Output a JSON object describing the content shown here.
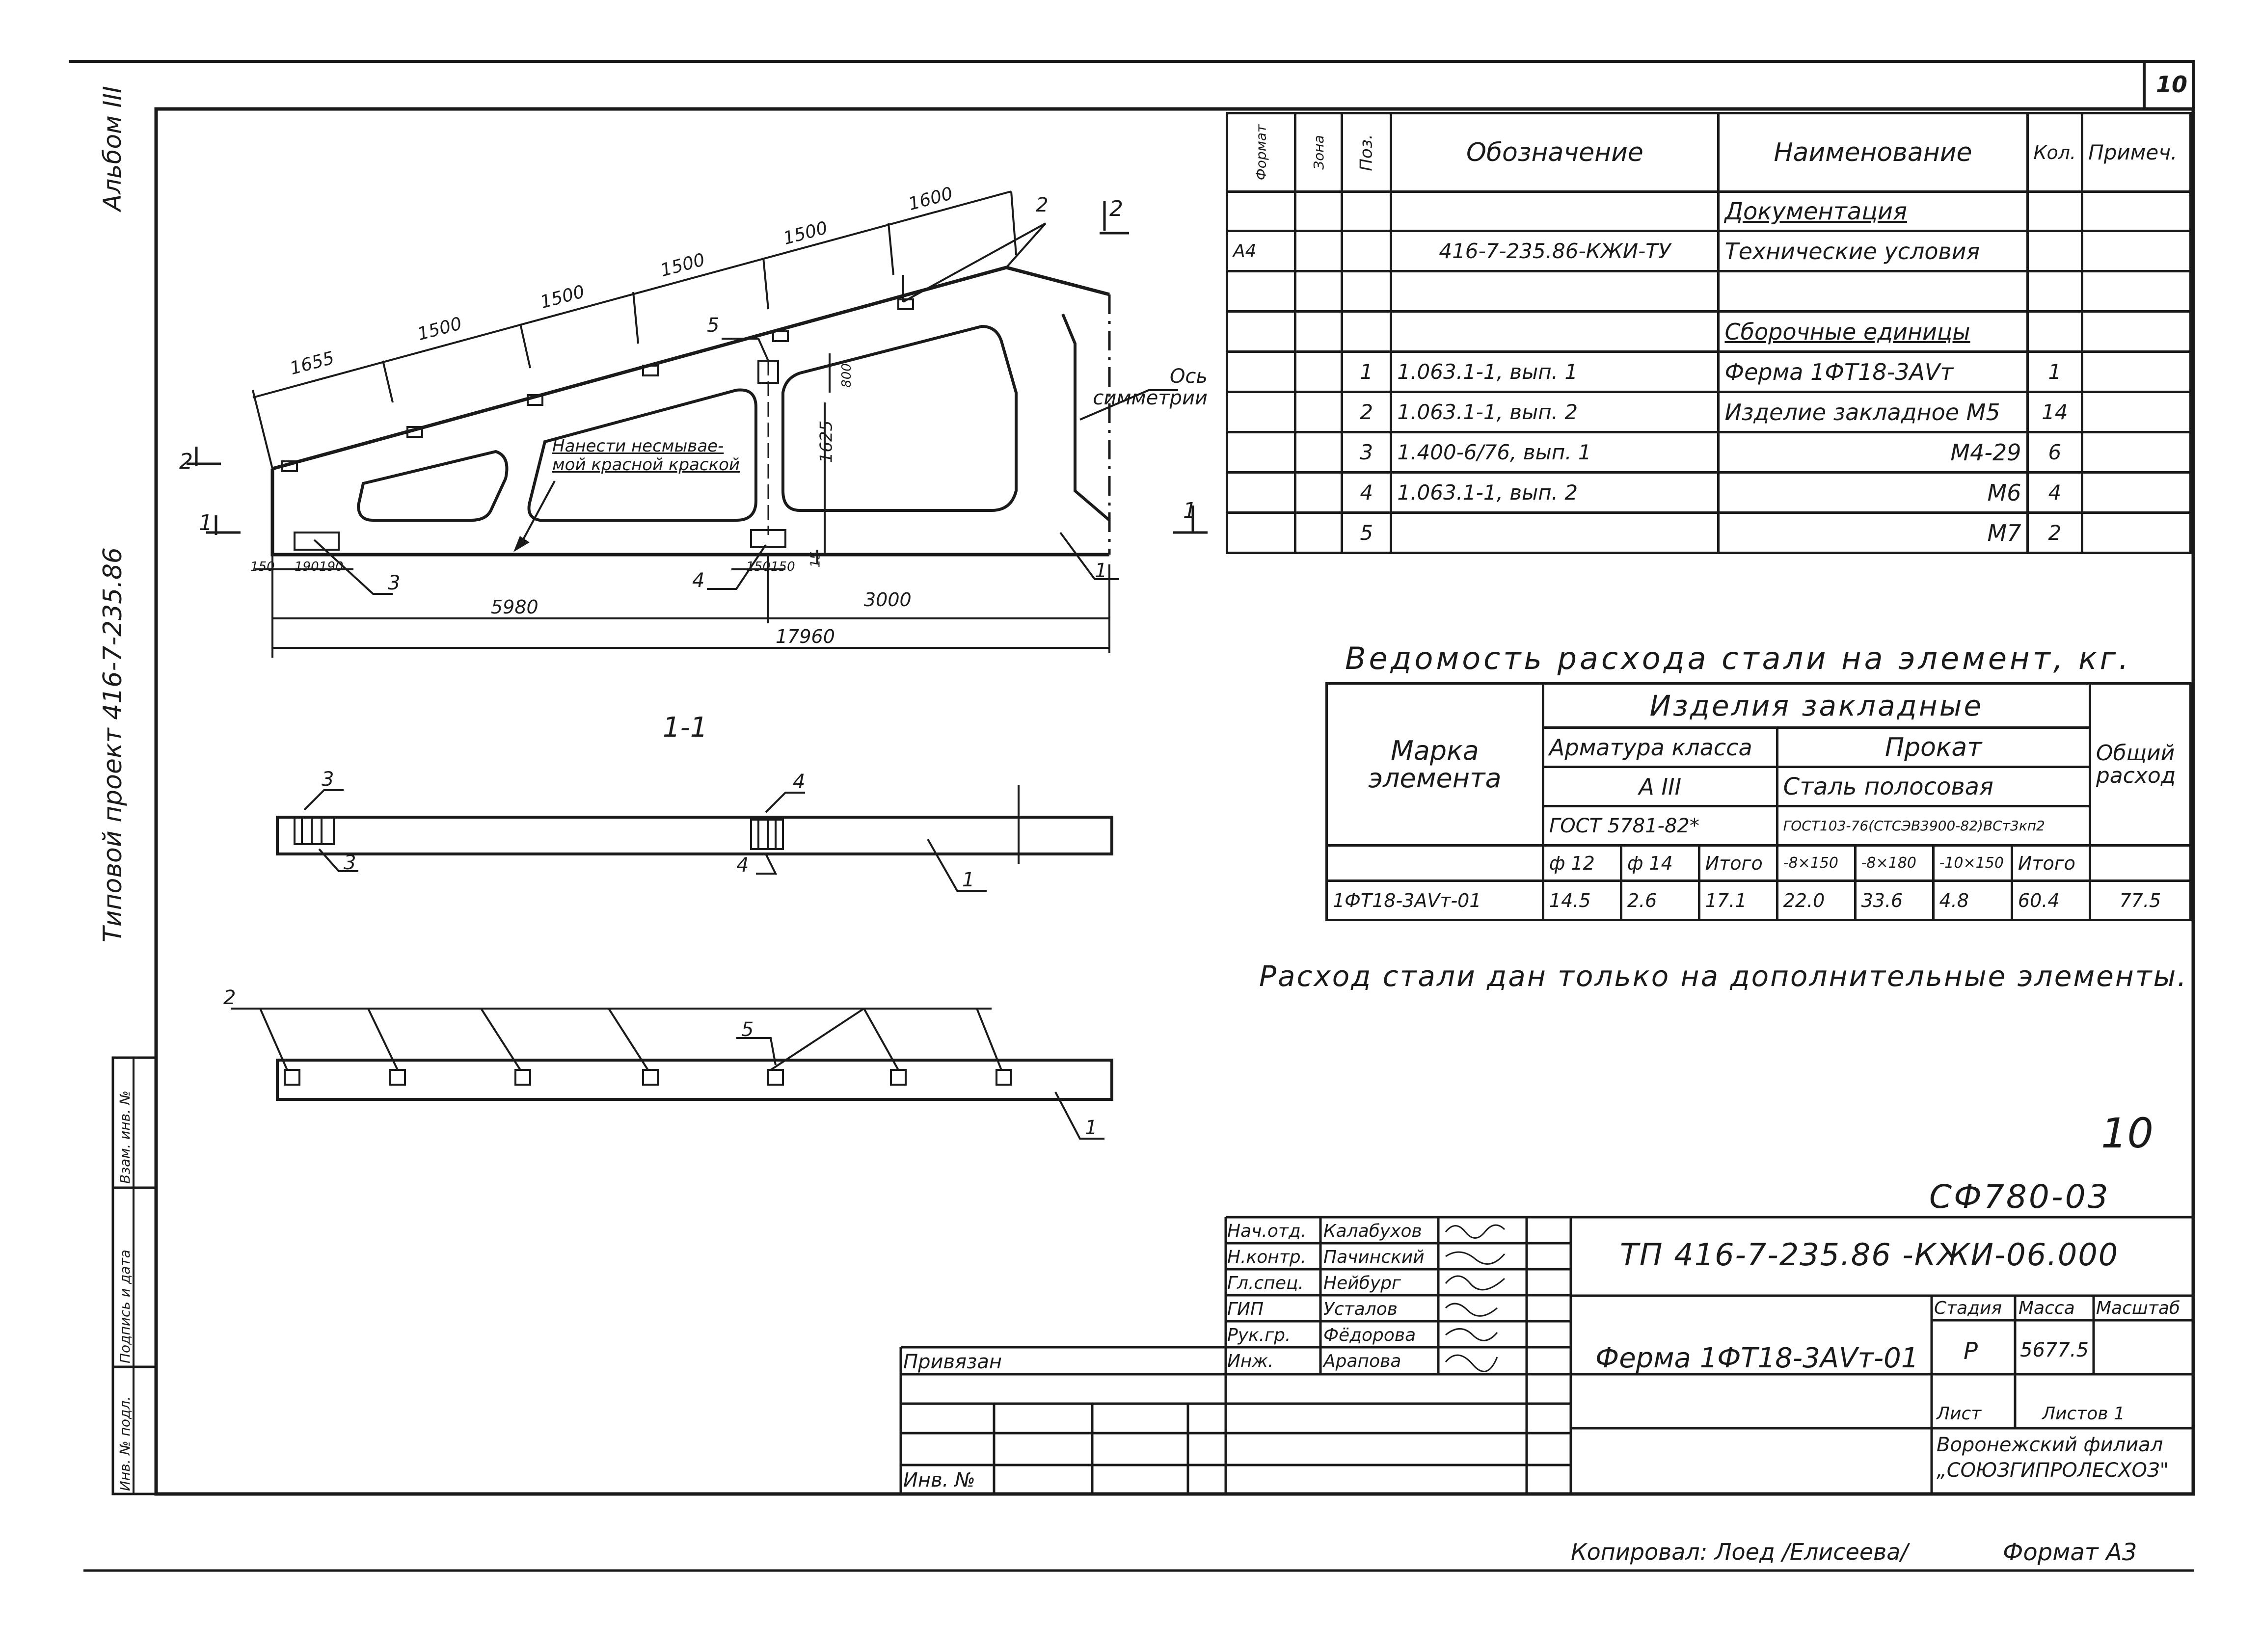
{
  "sheet": {
    "number": "10",
    "album": "Альбом III",
    "project": "Типовой проект 416-7-235.86",
    "handwritten_number": "10",
    "archive_code": "СФ780-03",
    "copied_by": "Копировал: Лоед /Елисеева/",
    "format": "Формат А3"
  },
  "side_stamp": {
    "labels": [
      "Инв. № подл.",
      "Подпись и дата",
      "Взам. инв. №"
    ]
  },
  "drawing": {
    "note": "Нанести несмывае- мой красной краской",
    "axis_label": "Ось симметрии",
    "section_title": "1-1",
    "dims_top": [
      "1655",
      "1500",
      "1500",
      "1500",
      "1500",
      "1600"
    ],
    "dim_800": "800",
    "dim_1625": "1625",
    "dim_15": "15",
    "dims_bottom_small": [
      "150",
      "190",
      "190",
      "150",
      "150"
    ],
    "dim_5980": "5980",
    "dim_3000": "3000",
    "dim_total": "17960",
    "callouts": [
      "1",
      "2",
      "3",
      "4",
      "5"
    ],
    "section_marks": [
      "1",
      "2"
    ]
  },
  "spec": {
    "headers": [
      "Формат",
      "Зона",
      "Поз.",
      "Обозначение",
      "Наименование",
      "Кол.",
      "Примеч."
    ],
    "rows": [
      {
        "fmt": "",
        "zone": "",
        "pos": "",
        "code": "",
        "name": "Документация",
        "qty": "",
        "note": "",
        "heading": true
      },
      {
        "fmt": "А4",
        "zone": "",
        "pos": "",
        "code": "416-7-235.86-КЖИ-ТУ",
        "name": "Технические условия",
        "qty": "",
        "note": ""
      },
      {
        "fmt": "",
        "zone": "",
        "pos": "",
        "code": "",
        "name": "",
        "qty": "",
        "note": ""
      },
      {
        "fmt": "",
        "zone": "",
        "pos": "",
        "code": "",
        "name": "Сборочные единицы",
        "qty": "",
        "note": "",
        "heading": true
      },
      {
        "fmt": "",
        "zone": "",
        "pos": "1",
        "code": "1.063.1-1, вып. 1",
        "name": "Ферма 1ФТ18-3АVт",
        "qty": "1",
        "note": ""
      },
      {
        "fmt": "",
        "zone": "",
        "pos": "2",
        "code": "1.063.1-1, вып. 2",
        "name": "Изделие закладное М5",
        "qty": "14",
        "note": ""
      },
      {
        "fmt": "",
        "zone": "",
        "pos": "3",
        "code": "1.400-6/76, вып. 1",
        "name": "М4-29",
        "qty": "6",
        "note": ""
      },
      {
        "fmt": "",
        "zone": "",
        "pos": "4",
        "code": "1.063.1-1, вып. 2",
        "name": "М6",
        "qty": "4",
        "note": ""
      },
      {
        "fmt": "",
        "zone": "",
        "pos": "5",
        "code": "",
        "name": "М7",
        "qty": "2",
        "note": ""
      }
    ]
  },
  "steel": {
    "title": "Ведомость расхода стали на элемент, кг.",
    "h_mark": "Марка элемента",
    "h_embedded": "Изделия закладные",
    "h_rebar": "Арматура класса",
    "h_rolled": "Прокат",
    "h_class": "А III",
    "h_strip": "Сталь полосовая",
    "h_gost1": "ГОСТ 5781-82*",
    "h_gost2": "ГОСТ103-76(СТСЭВ3900-82)ВСт3кп2",
    "h_total": "Общий расход",
    "sub": [
      "ф 12",
      "ф 14",
      "Итого",
      "-8×150",
      "-8×180",
      "-10×150",
      "Итого"
    ],
    "row": [
      "1ФТ18-3АVт-01",
      "14.5",
      "2.6",
      "17.1",
      "22.0",
      "33.6",
      "4.8",
      "60.4",
      "77.5"
    ],
    "note": "Расход стали дан только на дополнительные элементы."
  },
  "title_block": {
    "doc_code": "ТП 416-7-235.86 -КЖИ-06.000",
    "roles": [
      "Нач.отд.",
      "Н.контр.",
      "Гл.спец.",
      "ГИП",
      "Рук.гр.",
      "Инж."
    ],
    "names": [
      "Калабухов",
      "Пачинский",
      "Нейбург",
      "Усталов",
      "Фёдорова",
      "Арапова"
    ],
    "object_name": "Ферма 1ФТ18-3АVт-01",
    "stage_label": "Стадия",
    "mass_label": "Масса",
    "scale_label": "Масштаб",
    "stage": "Р",
    "mass": "5677.5",
    "sheet_label": "Лист",
    "sheets_label": "Листов 1",
    "org": "Воронежский филиал „СОЮЗГИПРОЛЕСХОЗ\"",
    "linked": "Привязан",
    "inv": "Инв. №"
  }
}
